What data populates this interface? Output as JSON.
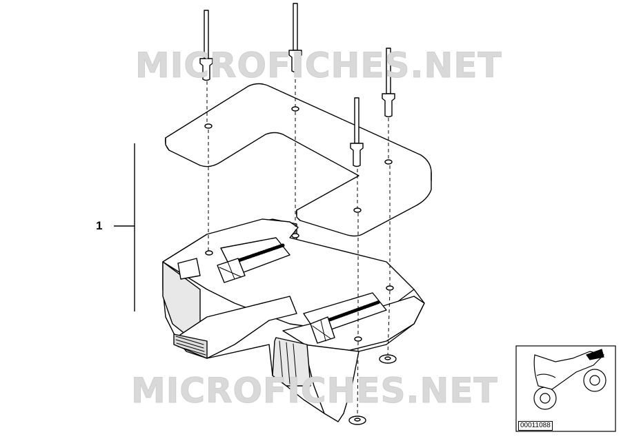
{
  "diagram": {
    "callouts": [
      {
        "number": "1"
      }
    ],
    "watermarks": [
      "MICROFICHES.NET",
      "MICROFICHES.NET"
    ],
    "thumbnail": {
      "code": "00011088",
      "icon": "motorcycle-icon"
    },
    "colors": {
      "line": "#000000",
      "fill": "#ffffff",
      "shade": "#dcdcdc",
      "watermark": "#d9d9d9"
    }
  }
}
